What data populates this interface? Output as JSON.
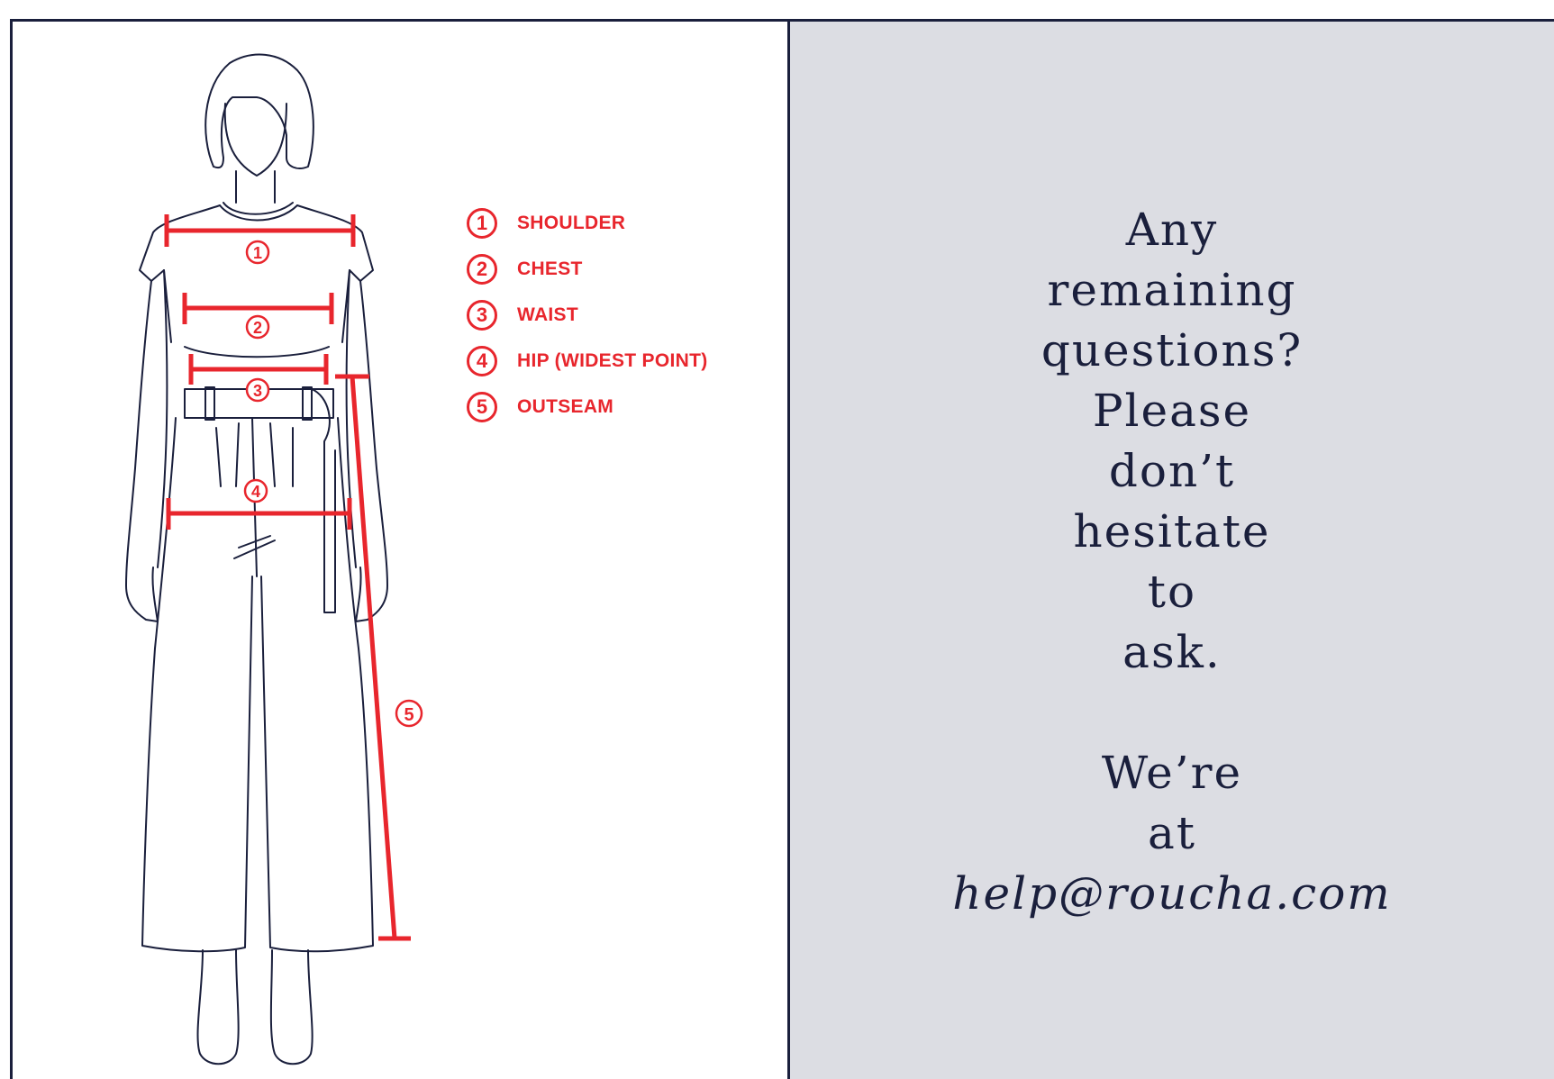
{
  "legend": {
    "items": [
      {
        "num": "1",
        "label": "SHOULDER"
      },
      {
        "num": "2",
        "label": "CHEST"
      },
      {
        "num": "3",
        "label": "WAIST"
      },
      {
        "num": "4",
        "label": "HIP (WIDEST POINT)"
      },
      {
        "num": "5",
        "label": "OUTSEAM"
      }
    ]
  },
  "figure_markers": {
    "shoulder": "1",
    "chest": "2",
    "waist": "3",
    "hip": "4",
    "outseam": "5"
  },
  "message": {
    "question_lines": [
      "Any",
      "remaining",
      "questions?",
      "Please",
      "don’t",
      "hesitate",
      "to",
      "ask."
    ],
    "contact_lines": [
      "We’re",
      "at"
    ],
    "email": "help@roucha.com"
  },
  "colors": {
    "accent": "#e8262d",
    "ink": "#1a1f3c",
    "panel": "#dcdde3"
  }
}
